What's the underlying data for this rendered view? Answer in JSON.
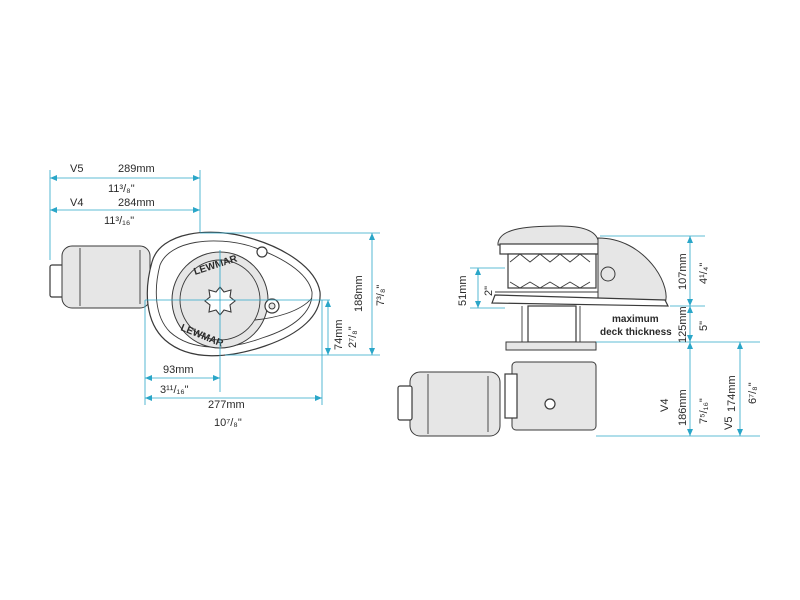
{
  "colors": {
    "dimension_line": "#2aa6c8",
    "outline": "#3a3a3a",
    "body_fill": "#e6e6e6"
  },
  "top_view": {
    "v5": {
      "model": "V5",
      "metric": "289mm",
      "imperial": "11³/₈\""
    },
    "v4": {
      "model": "V4",
      "metric": "284mm",
      "imperial": "11³/₁₆\""
    },
    "height": {
      "metric": "188mm",
      "imperial": "7³/₈\""
    },
    "center_to_bottom": {
      "metric": "74mm",
      "imperial": "2⁷/₈\""
    },
    "center_to_left": {
      "metric": "93mm",
      "imperial": "3¹¹/₁₆\""
    },
    "overall_length": {
      "metric": "277mm",
      "imperial": "10⁷/₈\""
    },
    "brand_text_top": "LEWMAR",
    "brand_text_bottom": "LEWMAR"
  },
  "side_view": {
    "drum_height": {
      "metric": "51mm",
      "imperial": "2\""
    },
    "above_deck": {
      "metric": "107mm",
      "imperial": "4¹/₄\""
    },
    "deck_thickness": {
      "metric": "125mm",
      "imperial": "5\"",
      "label_line1": "maximum",
      "label_line2": "deck thickness"
    },
    "v4_below": {
      "model": "V4",
      "metric": "186mm",
      "imperial": "7⁵/₁₆\""
    },
    "v5_below": {
      "model": "V5",
      "metric": "174mm",
      "imperial": "6⁷/₈\""
    }
  }
}
